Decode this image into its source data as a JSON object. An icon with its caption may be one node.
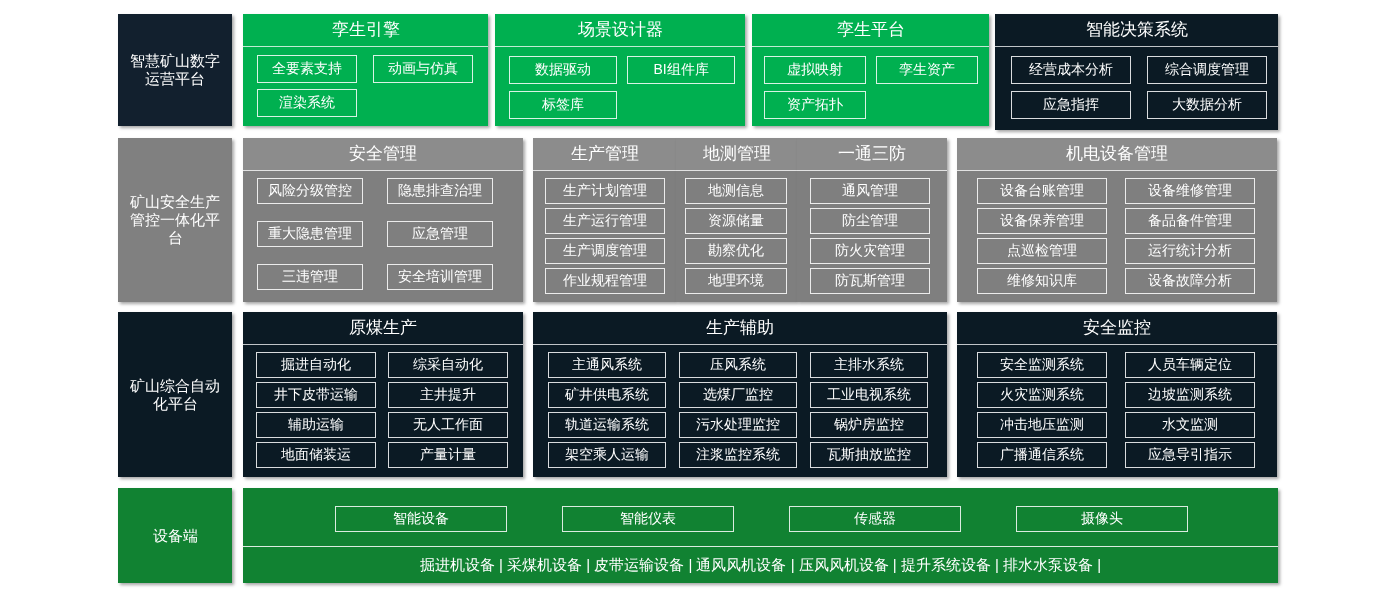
{
  "diagram": {
    "nodes": [
      {
        "text": [
          "智慧矿山数字运营平台"
        ]
      },
      {
        "text": [
          "孪生引擎"
        ]
      },
      {
        "text": [
          "全要素支持"
        ],
        "in": 1
      },
      {
        "text": [
          "动画与仿真"
        ],
        "in": 1
      },
      {
        "text": [
          "渲染系统"
        ],
        "in": 1
      },
      {
        "text": [
          "场景设计器"
        ]
      },
      {
        "text": [
          "数据驱动"
        ],
        "in": 5
      },
      {
        "text": [
          "BI组件库"
        ],
        "in": 5
      },
      {
        "text": [
          "标签库"
        ],
        "in": 5
      },
      {
        "text": [
          "孪生平台"
        ]
      },
      {
        "text": [
          "虚拟映射"
        ],
        "in": 9
      },
      {
        "text": [
          "孪生资产"
        ],
        "in": 9
      },
      {
        "text": [
          "资产拓扑"
        ],
        "in": 9
      },
      {
        "text": [
          "智能决策系统"
        ]
      },
      {
        "text": [
          "经营成本分析"
        ],
        "in": 13
      },
      {
        "text": [
          "综合调度管理"
        ],
        "in": 13
      },
      {
        "text": [
          "应急指挥"
        ],
        "in": 13
      },
      {
        "text": [
          "大数据分析"
        ],
        "in": 13
      },
      {
        "text": [
          "矿山安全生产管控一体化平台"
        ]
      },
      {
        "text": [
          "安全管理"
        ]
      },
      {
        "text": [
          "风险分级管控"
        ],
        "in": 19
      },
      {
        "text": [
          "隐患排查治理"
        ],
        "in": 19
      },
      {
        "text": [
          "重大隐患管理"
        ],
        "in": 19
      },
      {
        "text": [
          "应急管理"
        ],
        "in": 19
      },
      {
        "text": [
          "三违管理"
        ],
        "in": 19
      },
      {
        "text": [
          "安全培训管理"
        ],
        "in": 19
      },
      {
        "text": [
          "生产管理"
        ]
      },
      {
        "text": [
          "生产计划管理"
        ],
        "in": 26
      },
      {
        "text": [
          "生产运行管理"
        ],
        "in": 26
      },
      {
        "text": [
          "生产调度管理"
        ],
        "in": 26
      },
      {
        "text": [
          "作业规程管理"
        ],
        "in": 26
      },
      {
        "text": [
          "地测管理"
        ]
      },
      {
        "text": [
          "地测信息"
        ],
        "in": 31
      },
      {
        "text": [
          "资源储量"
        ],
        "in": 31
      },
      {
        "text": [
          "勘察优化"
        ],
        "in": 31
      },
      {
        "text": [
          "地理环境"
        ],
        "in": 31
      },
      {
        "text": [
          "一通三防"
        ]
      },
      {
        "text": [
          "通风管理"
        ],
        "in": 36
      },
      {
        "text": [
          "防尘管理"
        ],
        "in": 36
      },
      {
        "text": [
          "防火灾管理"
        ],
        "in": 36
      },
      {
        "text": [
          "防瓦斯管理"
        ],
        "in": 36
      },
      {
        "text": [
          "机电设备管理"
        ]
      },
      {
        "text": [
          "设备台账管理"
        ],
        "in": 41
      },
      {
        "text": [
          "设备维修管理"
        ],
        "in": 41
      },
      {
        "text": [
          "设备保养管理"
        ],
        "in": 41
      },
      {
        "text": [
          "备品备件管理"
        ],
        "in": 41
      },
      {
        "text": [
          "点巡检管理"
        ],
        "in": 41
      },
      {
        "text": [
          "运行统计分析"
        ],
        "in": 41
      },
      {
        "text": [
          "维修知识库"
        ],
        "in": 41
      },
      {
        "text": [
          "设备故障分析"
        ],
        "in": 41
      },
      {
        "text": [
          "矿山综合自动化平台"
        ]
      },
      {
        "text": [
          "原煤生产"
        ]
      },
      {
        "text": [
          "掘进自动化"
        ],
        "in": 51
      },
      {
        "text": [
          "综采自动化"
        ],
        "in": 51
      },
      {
        "text": [
          "井下皮带运输"
        ],
        "in": 51
      },
      {
        "text": [
          "主井提升"
        ],
        "in": 51
      },
      {
        "text": [
          "辅助运输"
        ],
        "in": 51
      },
      {
        "text": [
          "无人工作面"
        ],
        "in": 51
      },
      {
        "text": [
          "地面储装运"
        ],
        "in": 51
      },
      {
        "text": [
          "产量计量"
        ],
        "in": 51
      },
      {
        "text": [
          "生产辅助"
        ]
      },
      {
        "text": [
          "主通风系统"
        ],
        "in": 60
      },
      {
        "text": [
          "压风系统"
        ],
        "in": 60
      },
      {
        "text": [
          "主排水系统"
        ],
        "in": 60
      },
      {
        "text": [
          "矿井供电系统"
        ],
        "in": 60
      },
      {
        "text": [
          "选煤厂监控"
        ],
        "in": 60
      },
      {
        "text": [
          "工业电视系统"
        ],
        "in": 60
      },
      {
        "text": [
          "轨道运输系统"
        ],
        "in": 60
      },
      {
        "text": [
          "污水处理监控"
        ],
        "in": 60
      },
      {
        "text": [
          "锅炉房监控"
        ],
        "in": 60
      },
      {
        "text": [
          "架空乘人运输"
        ],
        "in": 60
      },
      {
        "text": [
          "注浆监控系统"
        ],
        "in": 60
      },
      {
        "text": [
          "瓦斯抽放监控"
        ],
        "in": 60
      },
      {
        "text": [
          "安全监控"
        ]
      },
      {
        "text": [
          "安全监测系统"
        ],
        "in": 73
      },
      {
        "text": [
          "人员车辆定位"
        ],
        "in": 73
      },
      {
        "text": [
          "火灾监测系统"
        ],
        "in": 73
      },
      {
        "text": [
          "边坡监测系统"
        ],
        "in": 73
      },
      {
        "text": [
          "冲击地压监测"
        ],
        "in": 73
      },
      {
        "text": [
          "水文监测"
        ],
        "in": 73
      },
      {
        "text": [
          "广播通信系统"
        ],
        "in": 73
      },
      {
        "text": [
          "应急导引指示"
        ],
        "in": 73
      },
      {
        "text": [
          "设备端"
        ]
      },
      {
        "text": [],
        "shape": "box"
      },
      {
        "text": [
          "智能设备"
        ],
        "in": 83
      },
      {
        "text": [
          "智能仪表"
        ],
        "in": 83
      },
      {
        "text": [
          "传感器"
        ],
        "in": 83
      },
      {
        "text": [
          "摄像头"
        ],
        "in": 83
      },
      {
        "text": [
          "掘进机设备 | 采煤机设备 | 皮带运输设备 | 通风风机设备 | 压风风机设备 | 提升系统设备 | 排水水泵设备 |"
        ],
        "in": 83
      }
    ]
  }
}
